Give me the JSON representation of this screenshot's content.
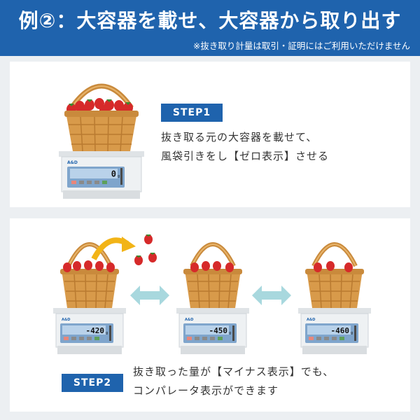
{
  "header": {
    "title": "例②：大容器を載せ、大容器から取り出す",
    "subtitle": "※抜き取り計量は取引・証明にはご利用いただけません"
  },
  "step1": {
    "label": "STEP1",
    "lines": [
      "抜き取る元の大容器を載せて、",
      "風袋引きをし【ゼロ表示】させる"
    ],
    "scale_display": "0",
    "unit": "g"
  },
  "step2": {
    "label": "STEP2",
    "lines": [
      "抜き取った量が【マイナス表示】でも、",
      "コンパレータ表示ができます"
    ],
    "scales": [
      {
        "display": "-420",
        "unit": "g"
      },
      {
        "display": "-450",
        "unit": "g"
      },
      {
        "display": "-460",
        "unit": "g"
      }
    ]
  },
  "scale_brand": "A&D",
  "colors": {
    "header": "#1f63ad",
    "basket": "#d89a4a",
    "strawberry": "#d62a2a",
    "arrow": "#a8d8de",
    "transfer_arrow": "#f2b417",
    "lcd": "#b9d2ea"
  }
}
